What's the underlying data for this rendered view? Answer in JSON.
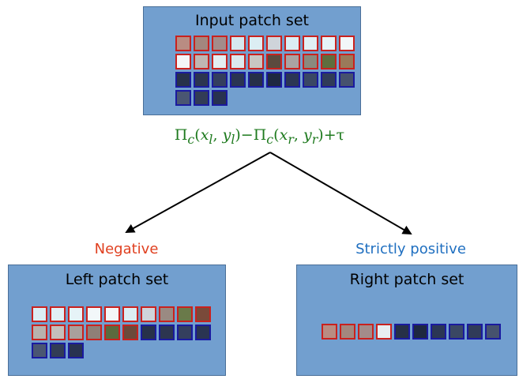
{
  "formula": {
    "pi": "Π",
    "c": "c",
    "xl": "x",
    "l": "l",
    "yl": "y",
    "xr": "x",
    "r": "r",
    "yr": "y",
    "minus": "−",
    "plus": "+",
    "tau": "τ"
  },
  "input_box": {
    "title": "Input patch set",
    "patches": [
      {
        "border": "red",
        "fill": "#b98c82"
      },
      {
        "border": "red",
        "fill": "#a3877e"
      },
      {
        "border": "red",
        "fill": "#a38c8a"
      },
      {
        "border": "red",
        "fill": "#d6e8ee"
      },
      {
        "border": "red",
        "fill": "#dceef3"
      },
      {
        "border": "red",
        "fill": "#cfd4da"
      },
      {
        "border": "red",
        "fill": "#dbeef4"
      },
      {
        "border": "red",
        "fill": "#e1f0f5"
      },
      {
        "border": "red",
        "fill": "#e6f3f7"
      },
      {
        "border": "red",
        "fill": "#f2f7f9"
      },
      {
        "border": "red",
        "fill": "#f4f6f7"
      },
      {
        "border": "red",
        "fill": "#bfb6b2"
      },
      {
        "border": "red",
        "fill": "#e3eef2"
      },
      {
        "border": "red",
        "fill": "#dbe9ee"
      },
      {
        "border": "red",
        "fill": "#c8c6c2"
      },
      {
        "border": "red",
        "fill": "#5b4a3e"
      },
      {
        "border": "red",
        "fill": "#aaa3a2"
      },
      {
        "border": "red",
        "fill": "#8a8a7e"
      },
      {
        "border": "red",
        "fill": "#5f6e3e"
      },
      {
        "border": "red",
        "fill": "#9a7a5a"
      },
      {
        "border": "blue",
        "fill": "#27314a"
      },
      {
        "border": "blue",
        "fill": "#2c3550"
      },
      {
        "border": "blue",
        "fill": "#343f5e"
      },
      {
        "border": "blue",
        "fill": "#2a3452"
      },
      {
        "border": "blue",
        "fill": "#263048"
      },
      {
        "border": "blue",
        "fill": "#1e2840"
      },
      {
        "border": "blue",
        "fill": "#2b3654"
      },
      {
        "border": "blue",
        "fill": "#3a4764"
      },
      {
        "border": "blue",
        "fill": "#303b58"
      },
      {
        "border": "blue",
        "fill": "#46526e"
      },
      {
        "border": "blue",
        "fill": "#4a5672"
      },
      {
        "border": "blue",
        "fill": "#323c56"
      },
      {
        "border": "blue",
        "fill": "#283250"
      }
    ]
  },
  "left_branch": {
    "label": "Negative",
    "label_color": "#e04020"
  },
  "right_branch": {
    "label": "Strictly positive",
    "label_color": "#1f6fc0"
  },
  "left_box": {
    "title": "Left patch set",
    "patches": [
      {
        "border": "red",
        "fill": "#dbeef4"
      },
      {
        "border": "red",
        "fill": "#e1f0f5"
      },
      {
        "border": "red",
        "fill": "#e6f3f7"
      },
      {
        "border": "red",
        "fill": "#f2f7f9"
      },
      {
        "border": "red",
        "fill": "#f4f6f7"
      },
      {
        "border": "red",
        "fill": "#dceef3"
      },
      {
        "border": "red",
        "fill": "#cfd4da"
      },
      {
        "border": "red",
        "fill": "#9a8a82"
      },
      {
        "border": "red",
        "fill": "#6a7a4a"
      },
      {
        "border": "red",
        "fill": "#7a4a3a"
      },
      {
        "border": "red",
        "fill": "#b8b2ae"
      },
      {
        "border": "red",
        "fill": "#c4bfbb"
      },
      {
        "border": "red",
        "fill": "#a9a09c"
      },
      {
        "border": "red",
        "fill": "#8f7f77"
      },
      {
        "border": "red",
        "fill": "#5b6a3e"
      },
      {
        "border": "red",
        "fill": "#6b4a3a"
      },
      {
        "border": "blue",
        "fill": "#27314a"
      },
      {
        "border": "blue",
        "fill": "#2c3550"
      },
      {
        "border": "blue",
        "fill": "#343f5e"
      },
      {
        "border": "blue",
        "fill": "#2a3452"
      },
      {
        "border": "blue",
        "fill": "#4a5672"
      },
      {
        "border": "blue",
        "fill": "#323c56"
      },
      {
        "border": "blue",
        "fill": "#283250"
      }
    ]
  },
  "right_box": {
    "title": "Right patch set",
    "patches": [
      {
        "border": "red",
        "fill": "#b98c82"
      },
      {
        "border": "red",
        "fill": "#a3877e"
      },
      {
        "border": "red",
        "fill": "#a38c8a"
      },
      {
        "border": "red",
        "fill": "#e8eef1"
      },
      {
        "border": "blue",
        "fill": "#263048"
      },
      {
        "border": "blue",
        "fill": "#1e2840"
      },
      {
        "border": "blue",
        "fill": "#2b3654"
      },
      {
        "border": "blue",
        "fill": "#3a4764"
      },
      {
        "border": "blue",
        "fill": "#303b58"
      },
      {
        "border": "blue",
        "fill": "#46526e"
      }
    ]
  }
}
